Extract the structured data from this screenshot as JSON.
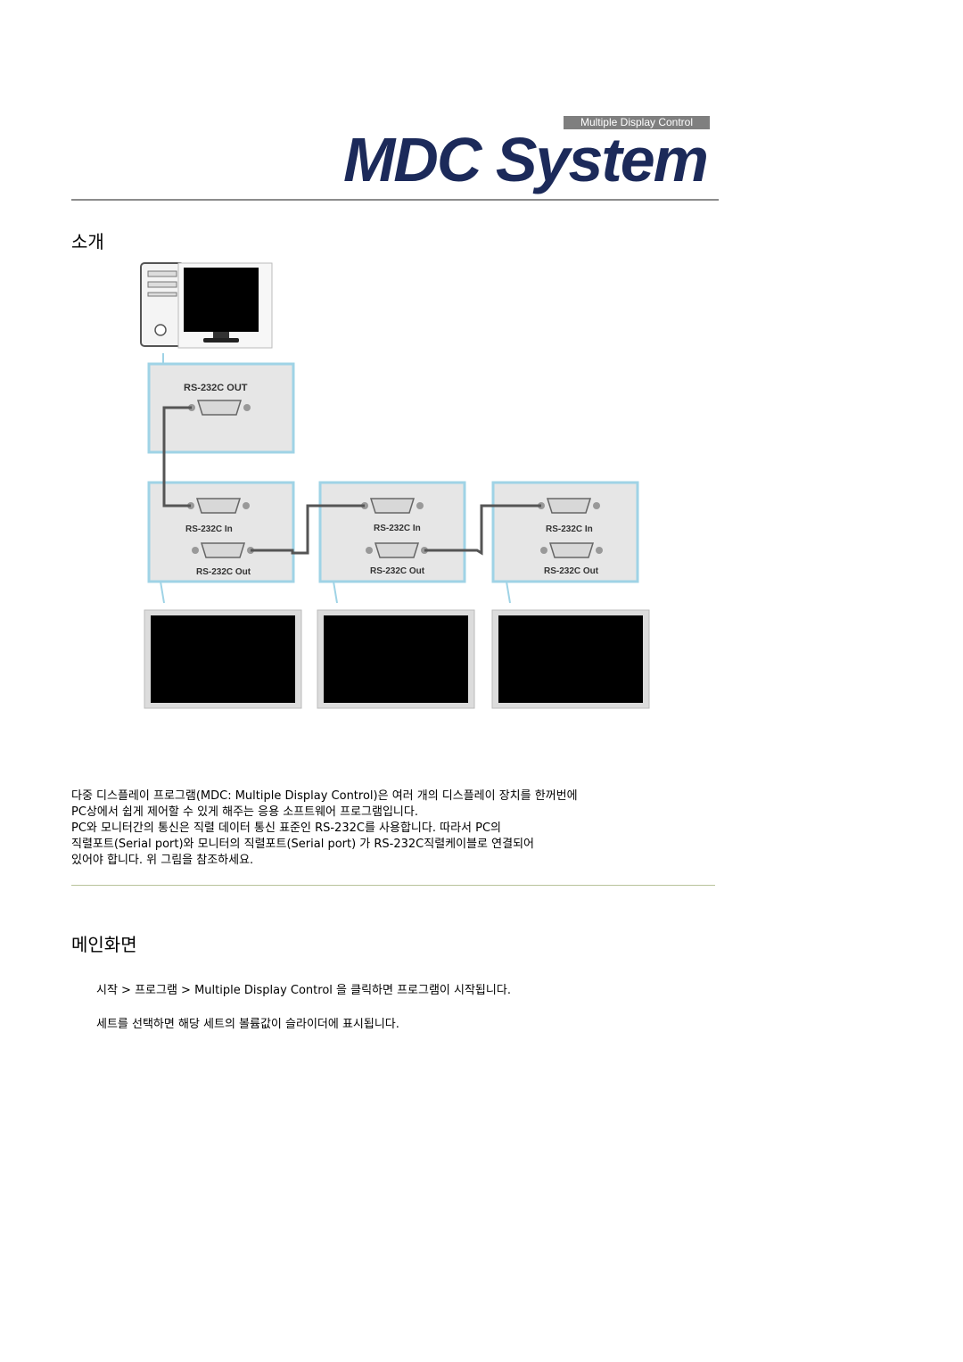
{
  "header": {
    "logo_tag": "Multiple Display Control",
    "logo_title": "MDC System"
  },
  "intro": {
    "heading": "소개",
    "diagram": {
      "out_label": "RS-232C OUT",
      "in_label": "RS-232C In",
      "out_port_label": "RS-232C Out"
    },
    "paragraph_lines": [
      "다중 디스플레이 프로그램(MDC: Multiple Display Control)은 여러 개의 디스플레이 장치를 한꺼번에",
      "PC상에서 쉽게 제어할 수 있게 해주는 응용 소프트웨어 프로그램입니다.",
      "PC와 모니터간의 통신은 직렬 데이터 통신 표준인 RS-232C를 사용합니다. 따라서 PC의",
      "직렬포트(Serial port)와 모니터의 직렬포트(Serial port) 가 RS-232C직렬케이블로 연결되어",
      "있어야 합니다. 위 그림을 참조하세요."
    ]
  },
  "main_screen": {
    "heading": "메인화면",
    "step1": "시작 > 프로그램 > Multiple Display Control 을 클릭하면 프로그램이 시작됩니다.",
    "step2": "세트를 선택하면 해당 세트의 볼륨값이 슬라이더에 표시됩니다."
  }
}
